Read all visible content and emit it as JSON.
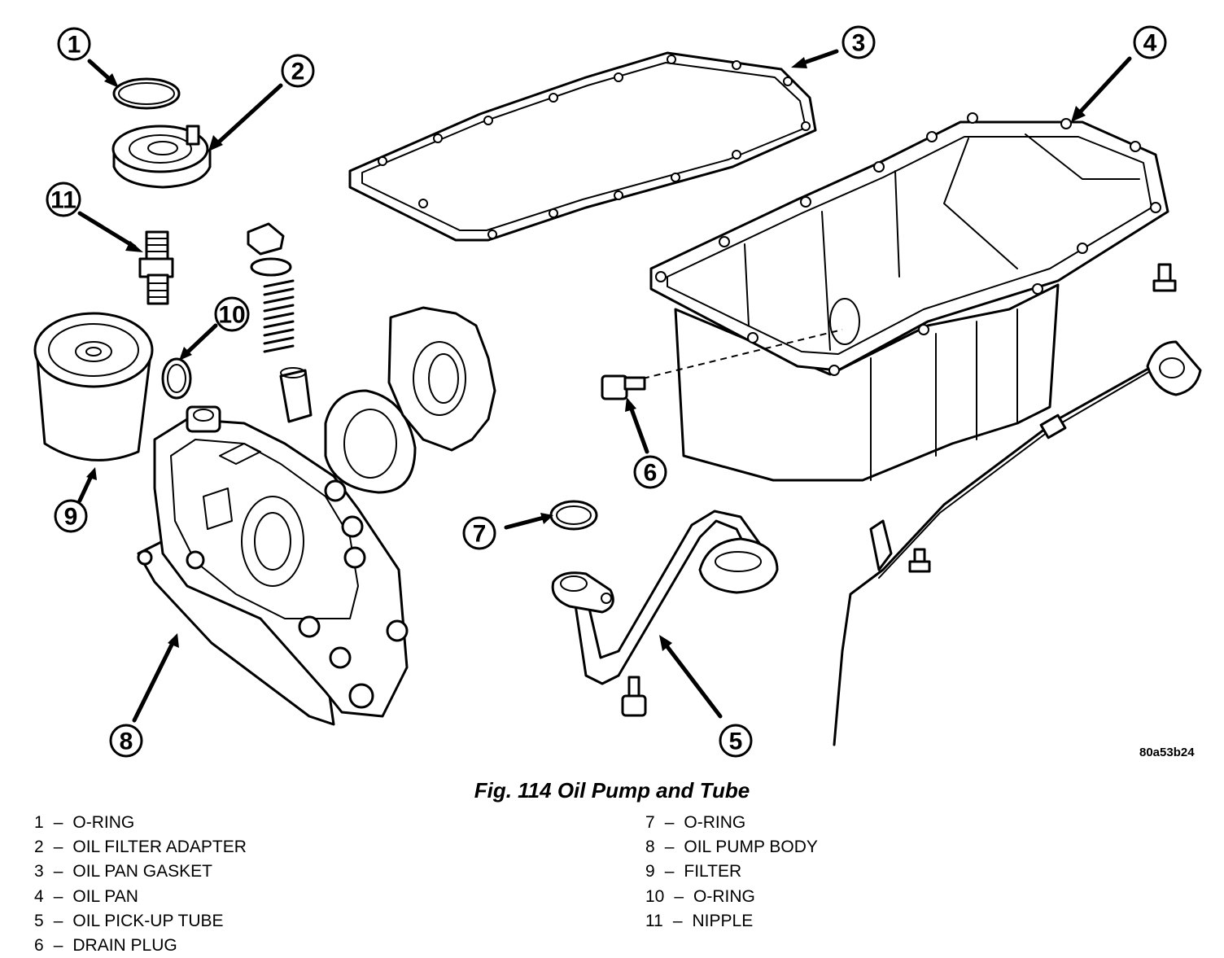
{
  "figure": {
    "caption": "Fig. 114 Oil Pump and Tube",
    "reference_code": "80a53b24"
  },
  "callouts": [
    "1",
    "2",
    "3",
    "4",
    "5",
    "6",
    "7",
    "8",
    "9",
    "10",
    "11"
  ],
  "legend": {
    "separator": "–",
    "left": [
      {
        "num": "1",
        "label": "O-RING"
      },
      {
        "num": "2",
        "label": "OIL FILTER ADAPTER"
      },
      {
        "num": "3",
        "label": "OIL PAN GASKET"
      },
      {
        "num": "4",
        "label": "OIL PAN"
      },
      {
        "num": "5",
        "label": "OIL PICK-UP TUBE"
      },
      {
        "num": "6",
        "label": "DRAIN PLUG"
      }
    ],
    "right": [
      {
        "num": "7",
        "label": "O-RING"
      },
      {
        "num": "8",
        "label": "OIL PUMP BODY"
      },
      {
        "num": "9",
        "label": "FILTER"
      },
      {
        "num": "10",
        "label": "O-RING"
      },
      {
        "num": "11",
        "label": "NIPPLE"
      }
    ]
  }
}
